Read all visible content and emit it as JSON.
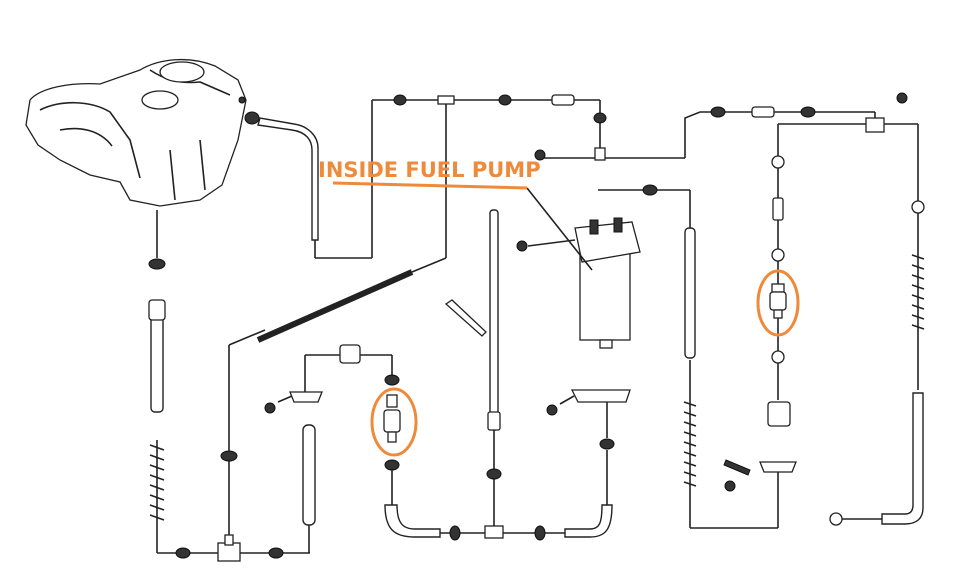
{
  "callout": {
    "label": "INSIDE FUEL PUMP",
    "color": "#ee8a3a"
  },
  "diagram": {
    "kind": "fuel system exploded parts diagram",
    "highlighted_parts": [
      "inline-fuel-filter",
      "inline-fuel-filter"
    ]
  }
}
